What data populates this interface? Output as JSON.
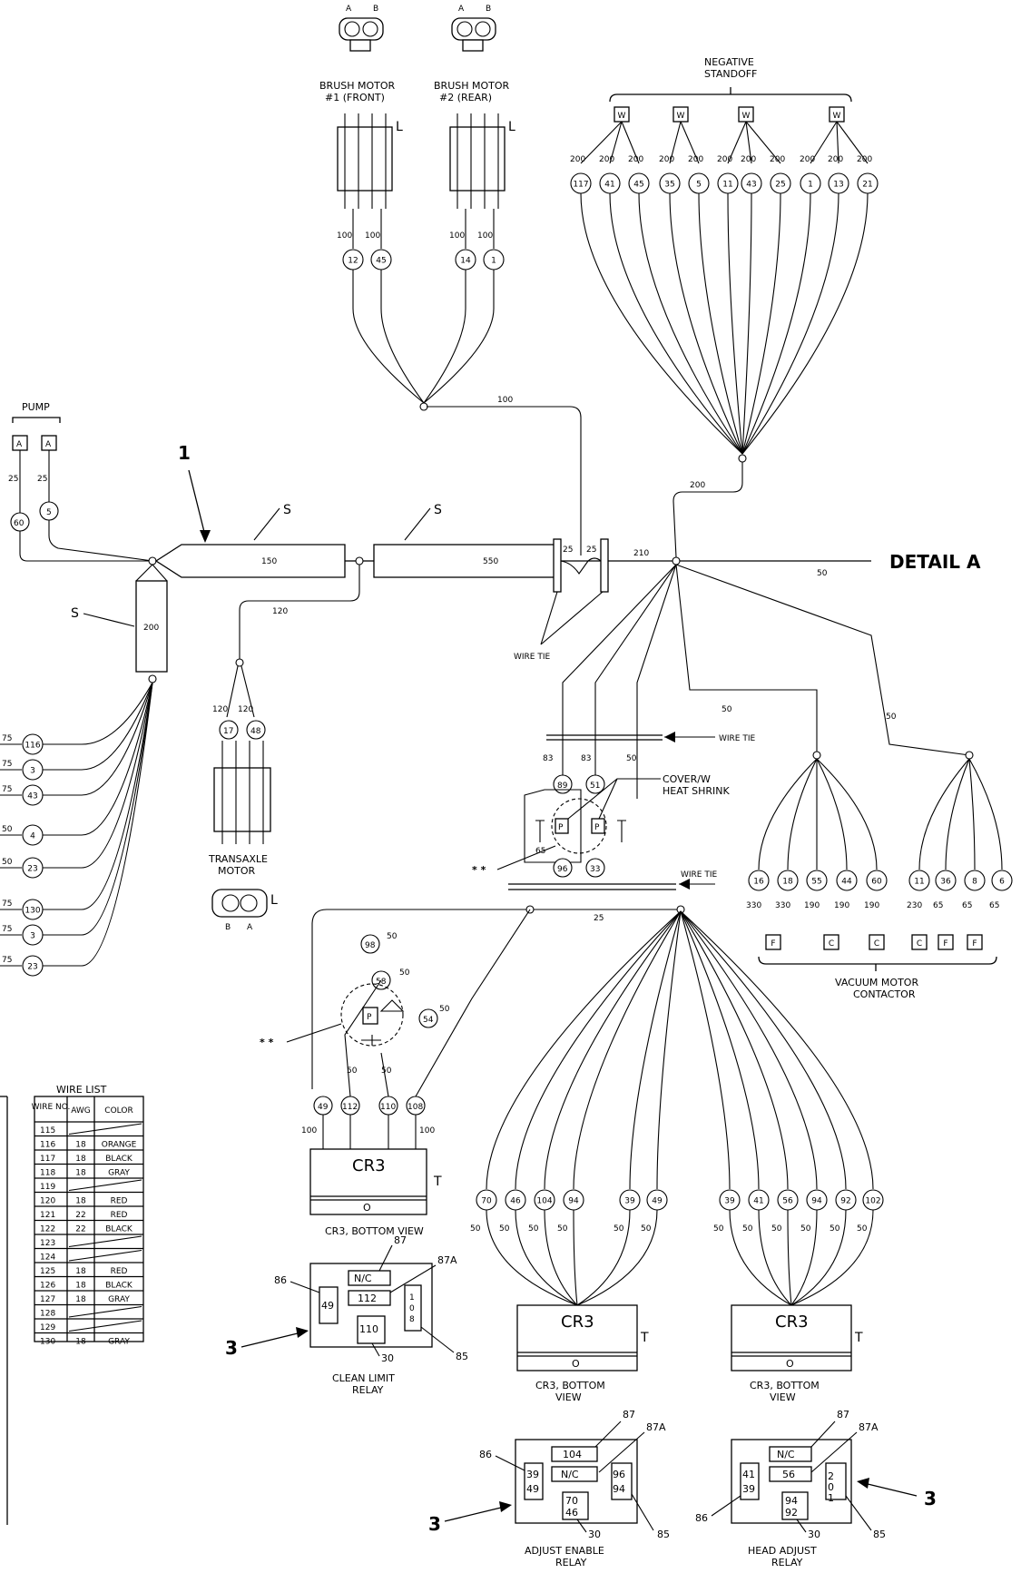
{
  "labels": {
    "brush_motor_1": "BRUSH MOTOR",
    "brush_motor_1_sub": "#1 (FRONT)",
    "brush_motor_2": "BRUSH MOTOR",
    "brush_motor_2_sub": "#2 (REAR)",
    "negative_standoff": "NEGATIVE",
    "negative_standoff_2": "STANDOFF",
    "pump": "PUMP",
    "transaxle": "TRANSAXLE",
    "transaxle_2": "MOTOR",
    "detail_a": "DETAIL A",
    "wire_tie": "WIRE TIE",
    "cover": "COVER/W",
    "cover_2": "HEAT SHRINK",
    "vacuum": "VACUUM MOTOR",
    "vacuum_2": "CONTACTOR",
    "cr3_view": "CR3, BOTTOM VIEW",
    "cr3_bottom": "CR3, BOTTOM",
    "view": "VIEW",
    "clean_limit": "CLEAN LIMIT",
    "relay": "RELAY",
    "adjust_enable": "ADJUST ENABLE",
    "head_adjust": "HEAD ADJUST",
    "callout_1": "1",
    "callout_3": "3",
    "S": "S",
    "L": "L",
    "T": "T",
    "double_star": "* *",
    "CR3": "CR3"
  },
  "wire_list": {
    "title": "WIRE LIST",
    "headers": [
      "WIRE NO.",
      "AWG",
      "COLOR"
    ],
    "rows": [
      [
        "115",
        "",
        ""
      ],
      [
        "116",
        "18",
        "ORANGE"
      ],
      [
        "117",
        "18",
        "BLACK"
      ],
      [
        "118",
        "18",
        "GRAY"
      ],
      [
        "119",
        "",
        ""
      ],
      [
        "120",
        "18",
        "RED"
      ],
      [
        "121",
        "22",
        "RED"
      ],
      [
        "122",
        "22",
        "BLACK"
      ],
      [
        "123",
        "",
        ""
      ],
      [
        "124",
        "",
        ""
      ],
      [
        "125",
        "18",
        "RED"
      ],
      [
        "126",
        "18",
        "BLACK"
      ],
      [
        "127",
        "18",
        "GRAY"
      ],
      [
        "128",
        "",
        ""
      ],
      [
        "129",
        "",
        ""
      ],
      [
        "130",
        "18",
        "GRAY"
      ]
    ]
  },
  "negative_wires": [
    "117",
    "41",
    "45",
    "35",
    "5",
    "11",
    "43",
    "25",
    "1",
    "13",
    "21"
  ],
  "neg_lengths": [
    "200",
    "200",
    "200",
    "200",
    "200",
    "200",
    "200",
    "200",
    "200",
    "200",
    "200"
  ],
  "brush_wires": [
    "12",
    "45",
    "14",
    "1"
  ],
  "pump_wires": [
    "60",
    "5"
  ],
  "left_wires": [
    "116",
    "3",
    "43",
    "4",
    "23",
    "130",
    "3",
    "23"
  ],
  "left_lengths": [
    "75",
    "75",
    "75",
    "50",
    "50",
    "75",
    "75",
    "75"
  ],
  "vac_wires": [
    "16",
    "18",
    "55",
    "44",
    "60",
    "11",
    "36",
    "8",
    "6"
  ],
  "vac_lengths": [
    "330",
    "330",
    "190",
    "190",
    "190",
    "230",
    "65",
    "65",
    "65"
  ],
  "vac_terms": [
    "F",
    "C",
    "C",
    "C",
    "F",
    "F"
  ],
  "cr3a_wires": [
    "70",
    "46",
    "104",
    "94",
    "39",
    "49"
  ],
  "cr3b_wires": [
    "39",
    "41",
    "56",
    "94",
    "92",
    "102"
  ],
  "cr3_left_wires": [
    "49",
    "112",
    "110",
    "108"
  ],
  "harness": {
    "h150": "150",
    "h550": "550",
    "h200": "200",
    "h120": "120",
    "h100": "100",
    "h210": "210",
    "h50": "50",
    "h25": "25"
  }
}
